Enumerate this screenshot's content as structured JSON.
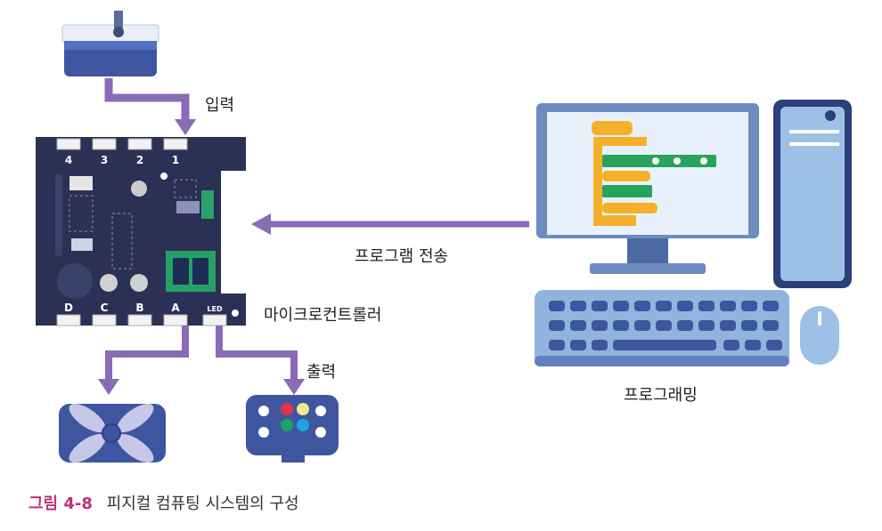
{
  "labels": {
    "input": "입력",
    "transfer": "프로그램 전송",
    "microcontroller": "마이크로컨트롤러",
    "output": "출력",
    "programming": "프로그래밍"
  },
  "board": {
    "top_ports": [
      "4",
      "3",
      "2",
      "1"
    ],
    "bottom_ports": [
      "D",
      "C",
      "B",
      "A"
    ],
    "led_label": "LED"
  },
  "caption": {
    "figure_number": "그림 4-8",
    "text": "피지컬 컴퓨팅 시스템의 구성"
  },
  "colors": {
    "arrow": "#8a6bb5",
    "board": "#2b3055",
    "monitor_frame": "#6e8bc0",
    "screen": "#e8f1fb",
    "keyboard": "#90b4dc",
    "caption_accent": "#c0307a"
  }
}
